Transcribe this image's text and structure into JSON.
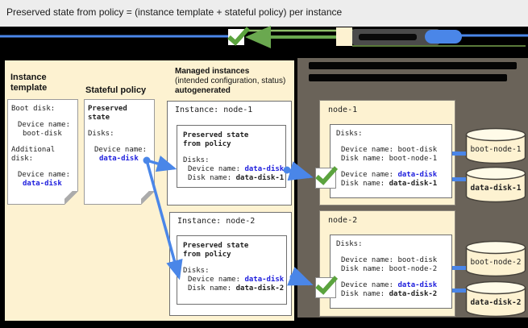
{
  "header": {
    "title": "Preserved state from policy = (instance template + stateful policy) per instance"
  },
  "colors": {
    "line_blue": "#4a86e8",
    "text_blue": "#2020dd",
    "check_green": "#5ba33e",
    "cream": "#fdf2d1",
    "panel_gray": "#6a6359"
  },
  "instance_template": {
    "heading": "Instance template",
    "boot_label": "Boot disk:",
    "boot_device_label": "Device name:",
    "boot_device_value": "boot-disk",
    "additional_label": "Additional disk:",
    "additional_device_label": "Device name:",
    "additional_device_value": "data-disk"
  },
  "stateful_policy": {
    "heading": "Stateful policy",
    "note_title": "Preserved state",
    "disks_label": "Disks:",
    "device_label": "Device name:",
    "device_value": "data-disk"
  },
  "managed_instances": {
    "heading": "Managed instances",
    "subheading": "(intended configuration, status)",
    "autogenerated_label": "autogenerated",
    "instances": [
      {
        "title": "Instance: node-1",
        "preserved_title": "Preserved state from policy",
        "disks_label": "Disks:",
        "device_label": "Device name: ",
        "device_value": "data-disk",
        "disk_label": "Disk name: ",
        "disk_value": "data-disk-1"
      },
      {
        "title": "Instance: node-2",
        "preserved_title": "Preserved state from policy",
        "disks_label": "Disks:",
        "device_label": "Device name: ",
        "device_value": "data-disk",
        "disk_label": "Disk name: ",
        "disk_value": "data-disk-2"
      }
    ]
  },
  "vm_nodes": [
    {
      "name": "node-1",
      "disks_label": "Disks:",
      "boot_device_label": "Device name: ",
      "boot_device_value": "boot-disk",
      "boot_disk_label": "Disk name: ",
      "boot_disk_value": "boot-node-1",
      "data_device_label": "Device name: ",
      "data_device_value": "data-disk",
      "data_disk_label": "Disk name: ",
      "data_disk_value": "data-disk-1",
      "disk_cylinders": [
        "boot-node-1",
        "data-disk-1"
      ]
    },
    {
      "name": "node-2",
      "disks_label": "Disks:",
      "boot_device_label": "Device name: ",
      "boot_device_value": "boot-disk",
      "boot_disk_label": "Disk name: ",
      "boot_disk_value": "boot-node-2",
      "data_device_label": "Device name: ",
      "data_device_value": "data-disk",
      "data_disk_label": "Disk name: ",
      "data_disk_value": "data-disk-2",
      "disk_cylinders": [
        "boot-node-2",
        "data-disk-2"
      ]
    }
  ]
}
